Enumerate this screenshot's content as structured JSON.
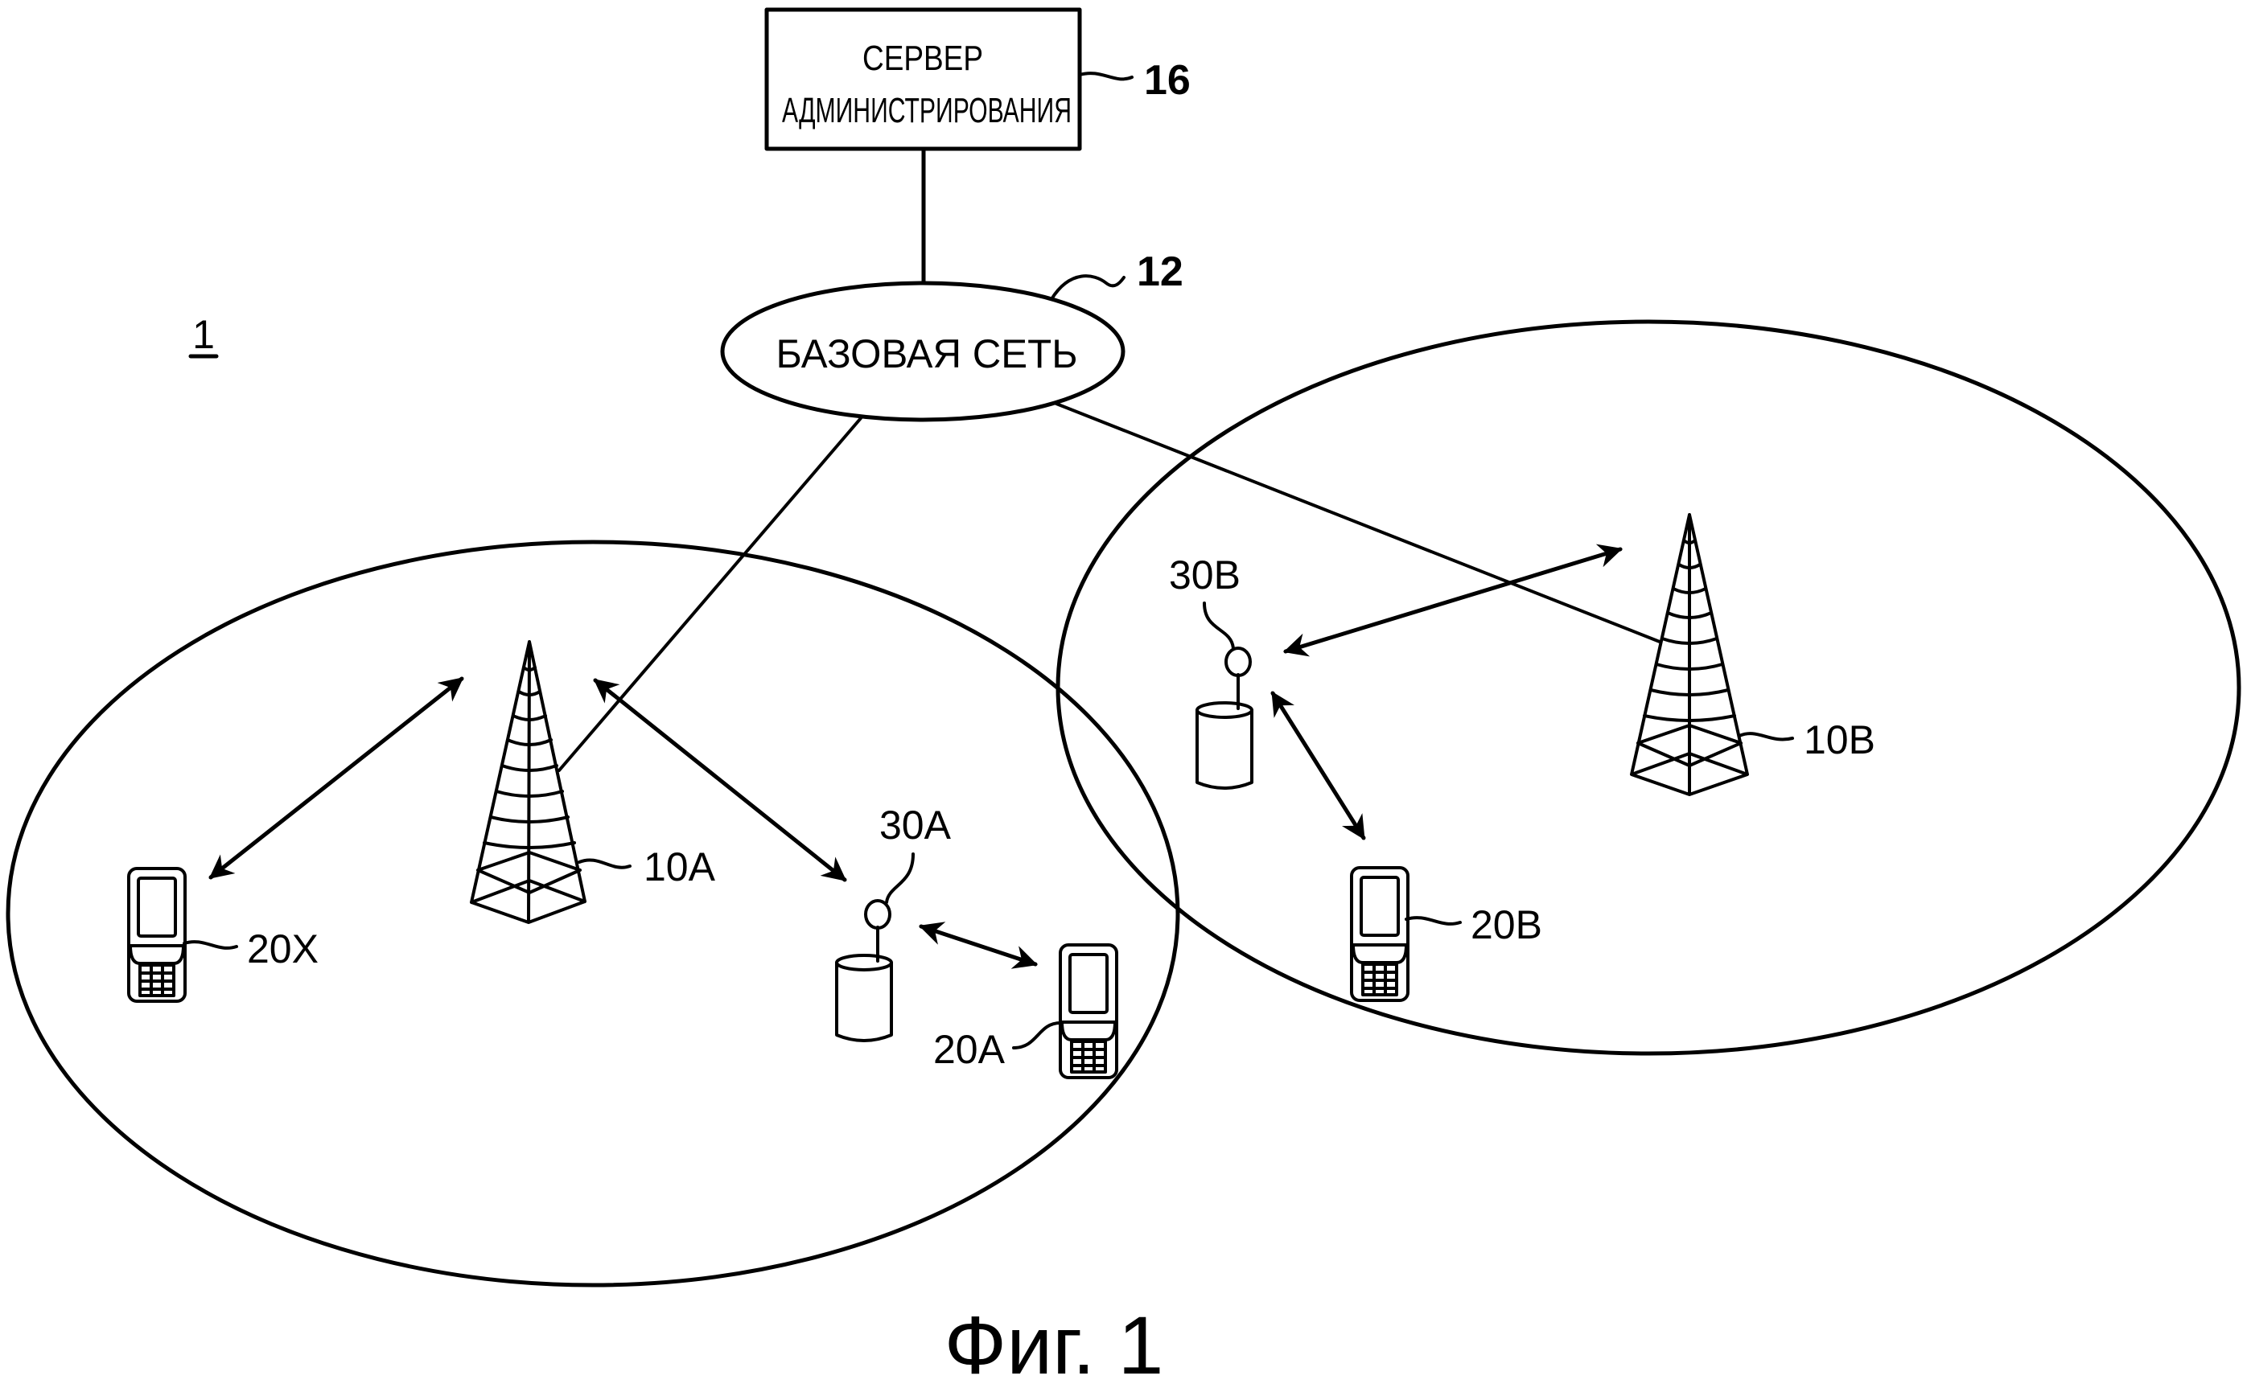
{
  "figure": {
    "system_ref": "1",
    "caption": "Фиг. 1",
    "colors": {
      "ink": "#000000",
      "background": "#ffffff"
    }
  },
  "server": {
    "line1": "СЕРВЕР",
    "line2": "АДМИНИСТРИРОВАНИЯ",
    "ref": "16"
  },
  "core_network": {
    "label": "БАЗОВАЯ СЕТЬ",
    "ref": "12"
  },
  "base_stations": [
    {
      "ref": "10A",
      "icon": "cell-tower-icon"
    },
    {
      "ref": "10B",
      "icon": "cell-tower-icon"
    }
  ],
  "relay_nodes": [
    {
      "ref": "30A",
      "icon": "relay-node-icon"
    },
    {
      "ref": "30B",
      "icon": "relay-node-icon"
    }
  ],
  "terminals": [
    {
      "ref": "20X",
      "icon": "mobile-phone-icon"
    },
    {
      "ref": "20A",
      "icon": "mobile-phone-icon"
    },
    {
      "ref": "20B",
      "icon": "mobile-phone-icon"
    }
  ],
  "links": [
    {
      "from": "12",
      "to": "16",
      "type": "wired"
    },
    {
      "from": "12",
      "to": "10A",
      "type": "wired"
    },
    {
      "from": "12",
      "to": "10B",
      "type": "wired"
    },
    {
      "from": "20X",
      "to": "10A",
      "type": "wireless"
    },
    {
      "from": "10A",
      "to": "30A",
      "type": "wireless"
    },
    {
      "from": "30A",
      "to": "20A",
      "type": "wireless"
    },
    {
      "from": "30B",
      "to": "10B",
      "type": "wireless"
    },
    {
      "from": "30B",
      "to": "20B",
      "type": "wireless"
    }
  ]
}
